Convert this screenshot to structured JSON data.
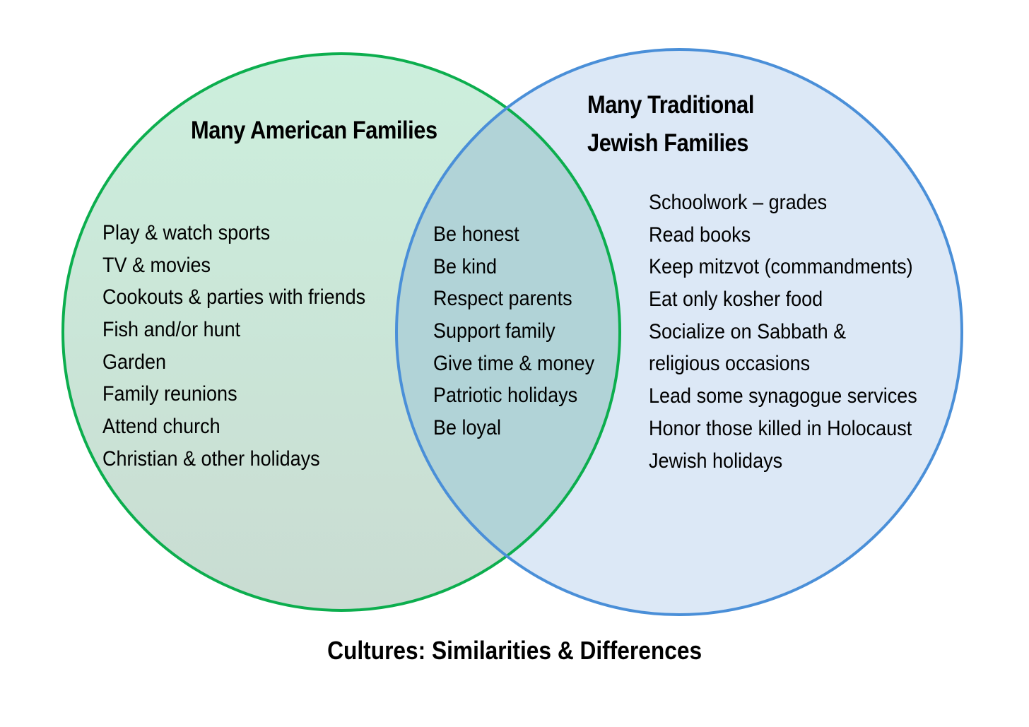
{
  "diagram": {
    "type": "venn",
    "caption": "Cultures: Similarities & Differences",
    "colors": {
      "left_stroke": "#0cae4e",
      "left_fill_top": "#ccefdd",
      "left_fill_bottom": "#c9dcd2",
      "right_stroke": "#4a8fd8",
      "right_fill": "#dce8f6",
      "overlap_fill": "#b1d3d7"
    },
    "left": {
      "title": "Many American Families",
      "items": [
        "Play & watch sports",
        "TV & movies",
        "Cookouts & parties with friends",
        "Fish and/or hunt",
        "Garden",
        "Family reunions",
        "Attend church",
        "Christian & other holidays"
      ]
    },
    "overlap": {
      "items": [
        "Be honest",
        "Be kind",
        "Respect parents",
        "Support family",
        "Give time & money",
        "Patriotic holidays",
        "Be loyal"
      ]
    },
    "right": {
      "title_line1": "Many Traditional",
      "title_line2": "Jewish Families",
      "items": [
        "Schoolwork – grades",
        "Read books",
        "Keep mitzvot (commandments)",
        "Eat only kosher food",
        "Socialize on Sabbath &",
        "religious occasions",
        "Lead some synagogue services",
        "Honor those  killed in Holocaust",
        "Jewish holidays"
      ]
    }
  }
}
